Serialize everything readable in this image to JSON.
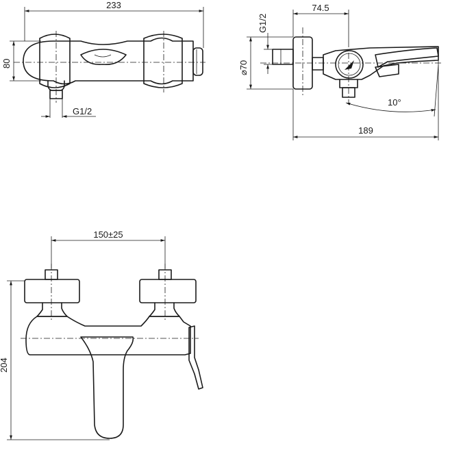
{
  "dimensions": {
    "top_width": "233",
    "top_height": "80",
    "top_inlet_thread": "G1/2",
    "side_offset": "74.5",
    "side_thread": "G1/2",
    "side_diameter": "70",
    "side_angle": "10°",
    "side_length": "189",
    "front_center_distance": "150±25",
    "front_height": "204"
  },
  "symbols": {
    "diameter": "⌀"
  }
}
